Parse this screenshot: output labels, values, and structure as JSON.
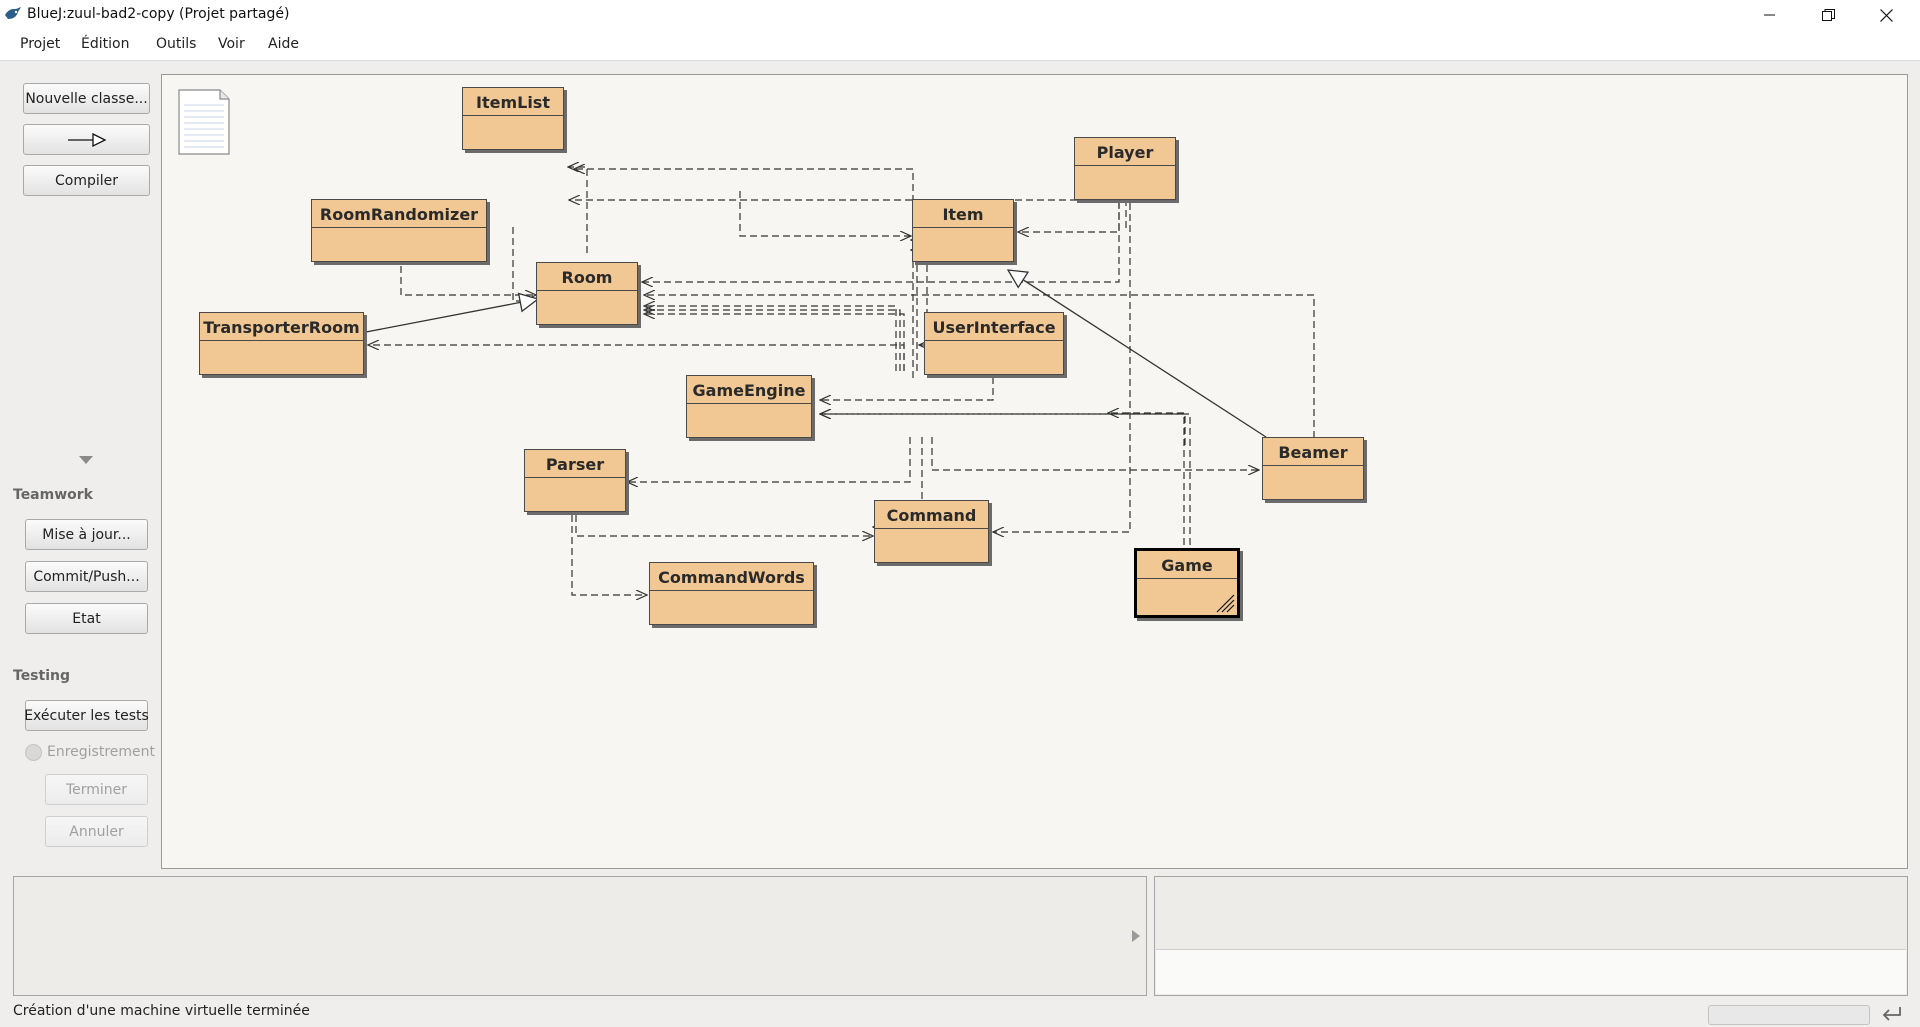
{
  "window": {
    "title": "BlueJ:zuul-bad2-copy (Projet partagé)"
  },
  "menu": [
    "Projet",
    "Édition",
    "Outils",
    "Voir",
    "Aide"
  ],
  "sidebar": {
    "new_class": "Nouvelle classe...",
    "compile": "Compiler",
    "teamwork_label": "Teamwork",
    "update": "Mise à jour...",
    "commit": "Commit/Push...",
    "status": "Etat",
    "testing_label": "Testing",
    "run_tests": "Exécuter les tests",
    "recording": "Enregistrement",
    "end": "Terminer",
    "cancel": "Annuler"
  },
  "classes": {
    "itemlist": "ItemList",
    "player": "Player",
    "roomrandomizer": "RoomRandomizer",
    "item": "Item",
    "room": "Room",
    "transporterroom": "TransporterRoom",
    "userinterface": "UserInterface",
    "gameengine": "GameEngine",
    "beamer": "Beamer",
    "parser": "Parser",
    "command": "Command",
    "game": "Game",
    "commandwords": "CommandWords"
  },
  "status_bar": {
    "message": "Création d'une machine virtuelle terminée"
  }
}
